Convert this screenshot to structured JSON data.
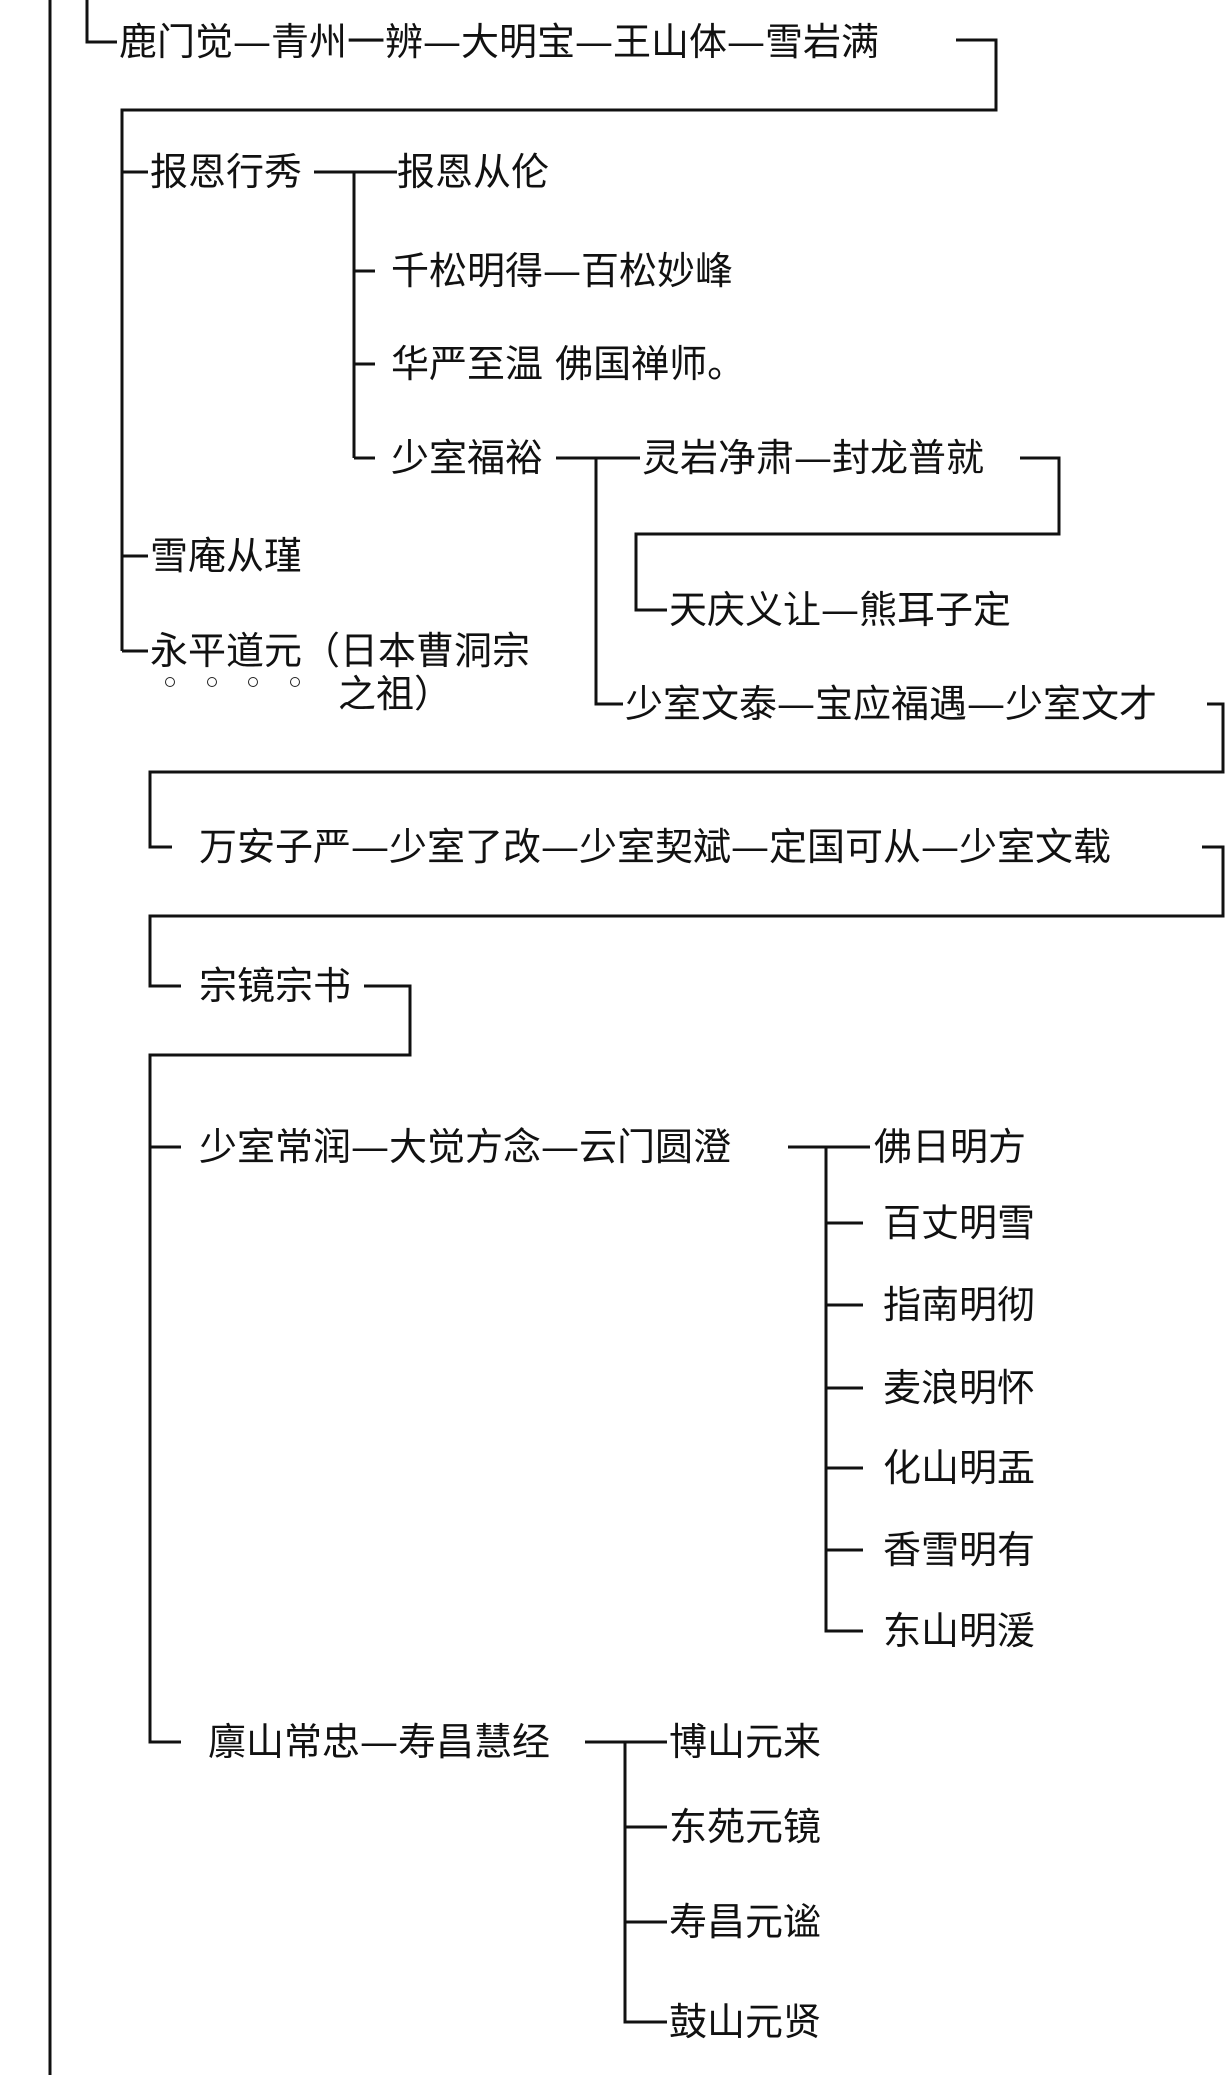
{
  "tree": {
    "line_color": "#111111",
    "row1": "鹿门觉—青州一辨—大明宝—王山体—雪岩满",
    "baoen_xingxiu": "报恩行秀",
    "baoen_conglun": "报恩从伦",
    "qiansong": "千松明得—百松妙峰",
    "huayan": "华严至温  佛国禅师。",
    "shaoshi_fuyu": "少室福裕",
    "lingyan": "灵岩净肃—封龙普就",
    "tianqing": "天庆义让—熊耳子定",
    "xuean": "雪庵从瑾",
    "yongping": "永平道元（日本曹洞宗",
    "yongping_cont": "之祖）",
    "shaoshi_wentai": "少室文泰—宝应福遇—少室文才",
    "wanan": "万安子严—少室了改—少室契斌—定国可从—少室文载",
    "zongjing": "宗镜宗书",
    "shaoshi_changrun": "少室常润—大觉方念—云门圆澄",
    "yunmen_heirs": [
      "佛日明方",
      "百丈明雪",
      "指南明彻",
      "麦浪明怀",
      "化山明盂",
      "香雪明有",
      "东山明湲"
    ],
    "linshan": "廪山常忠—寿昌慧经",
    "shouchang_heirs": [
      "博山元来",
      "东苑元镜",
      "寿昌元谧",
      "鼓山元贤"
    ]
  }
}
